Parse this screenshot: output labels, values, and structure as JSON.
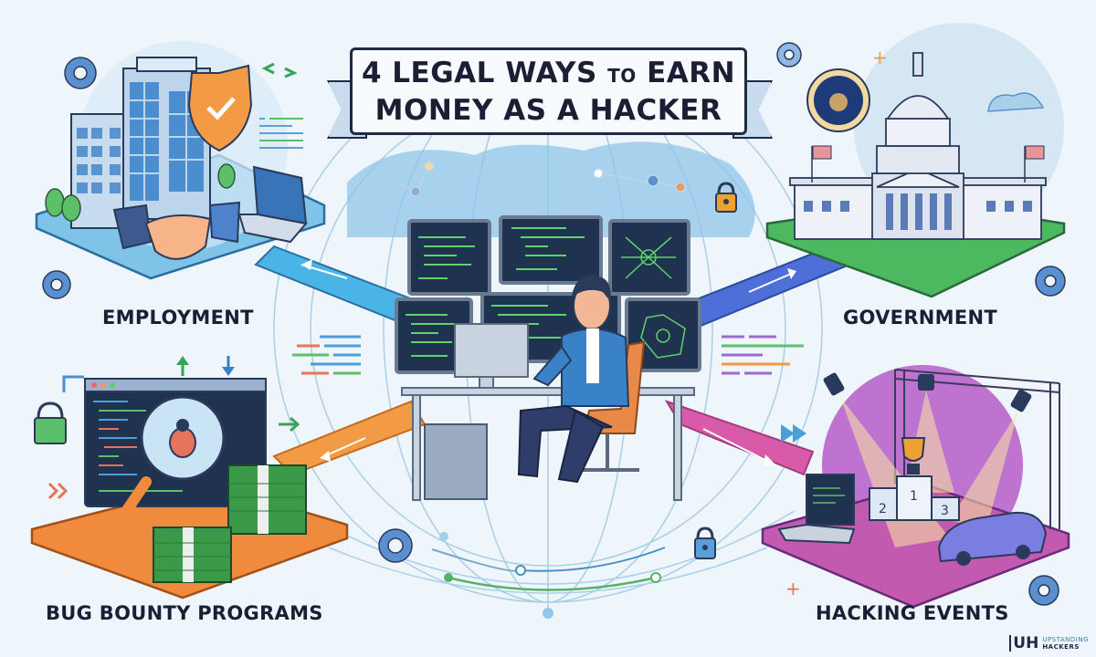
{
  "title": {
    "line1_prefix": "4 LEGAL WAYS",
    "line1_small": "TO",
    "line1_suffix": "EARN",
    "line2": "MONEY AS A HACKER"
  },
  "quadrants": [
    {
      "id": "employment",
      "label": "EMPLOYMENT",
      "platform_color": "#7fc3e8",
      "path_color": "#4bb4e6",
      "icons": [
        "office-building-icon",
        "shield-check-icon",
        "handshake-icon",
        "laptop-icon",
        "gear-icon",
        "swap-arrows-icon",
        "tree-icon"
      ]
    },
    {
      "id": "government",
      "label": "GOVERNMENT",
      "platform_color": "#4cb860",
      "path_color": "#4f6fd8",
      "icons": [
        "capitol-building-icon",
        "seal-icon",
        "flag-icon",
        "cloud-icon",
        "gear-icon"
      ]
    },
    {
      "id": "bug-bounty",
      "label": "BUG BOUNTY PROGRAMS",
      "platform_color": "#f08a3c",
      "path_color": "#f39a45",
      "icons": [
        "code-window-icon",
        "magnifier-bug-icon",
        "money-stack-icon",
        "lock-icon",
        "arrow-icons"
      ]
    },
    {
      "id": "hacking-events",
      "label": "HACKING EVENTS",
      "platform_color": "#b45cc7",
      "path_color": "#d95aa8",
      "icons": [
        "stage-truss-icon",
        "spotlight-icon",
        "trophy-icon",
        "podium-icon",
        "laptop-icon",
        "car-icon",
        "gear-icon"
      ]
    }
  ],
  "center": {
    "scene": "hacker-at-desk-with-monitors",
    "podium_numbers": [
      "1",
      "2",
      "3"
    ]
  },
  "branding": {
    "logo_mark": "UH",
    "logo_top": "UPSTANDING",
    "logo_bottom": "HACKERS"
  },
  "colors": {
    "background": "#eef5fb",
    "title_text": "#1a1f33",
    "outline": "#1f2a44",
    "globe": "#8fc4e8",
    "screen": "#1f3350",
    "code_green": "#5fd36a"
  }
}
